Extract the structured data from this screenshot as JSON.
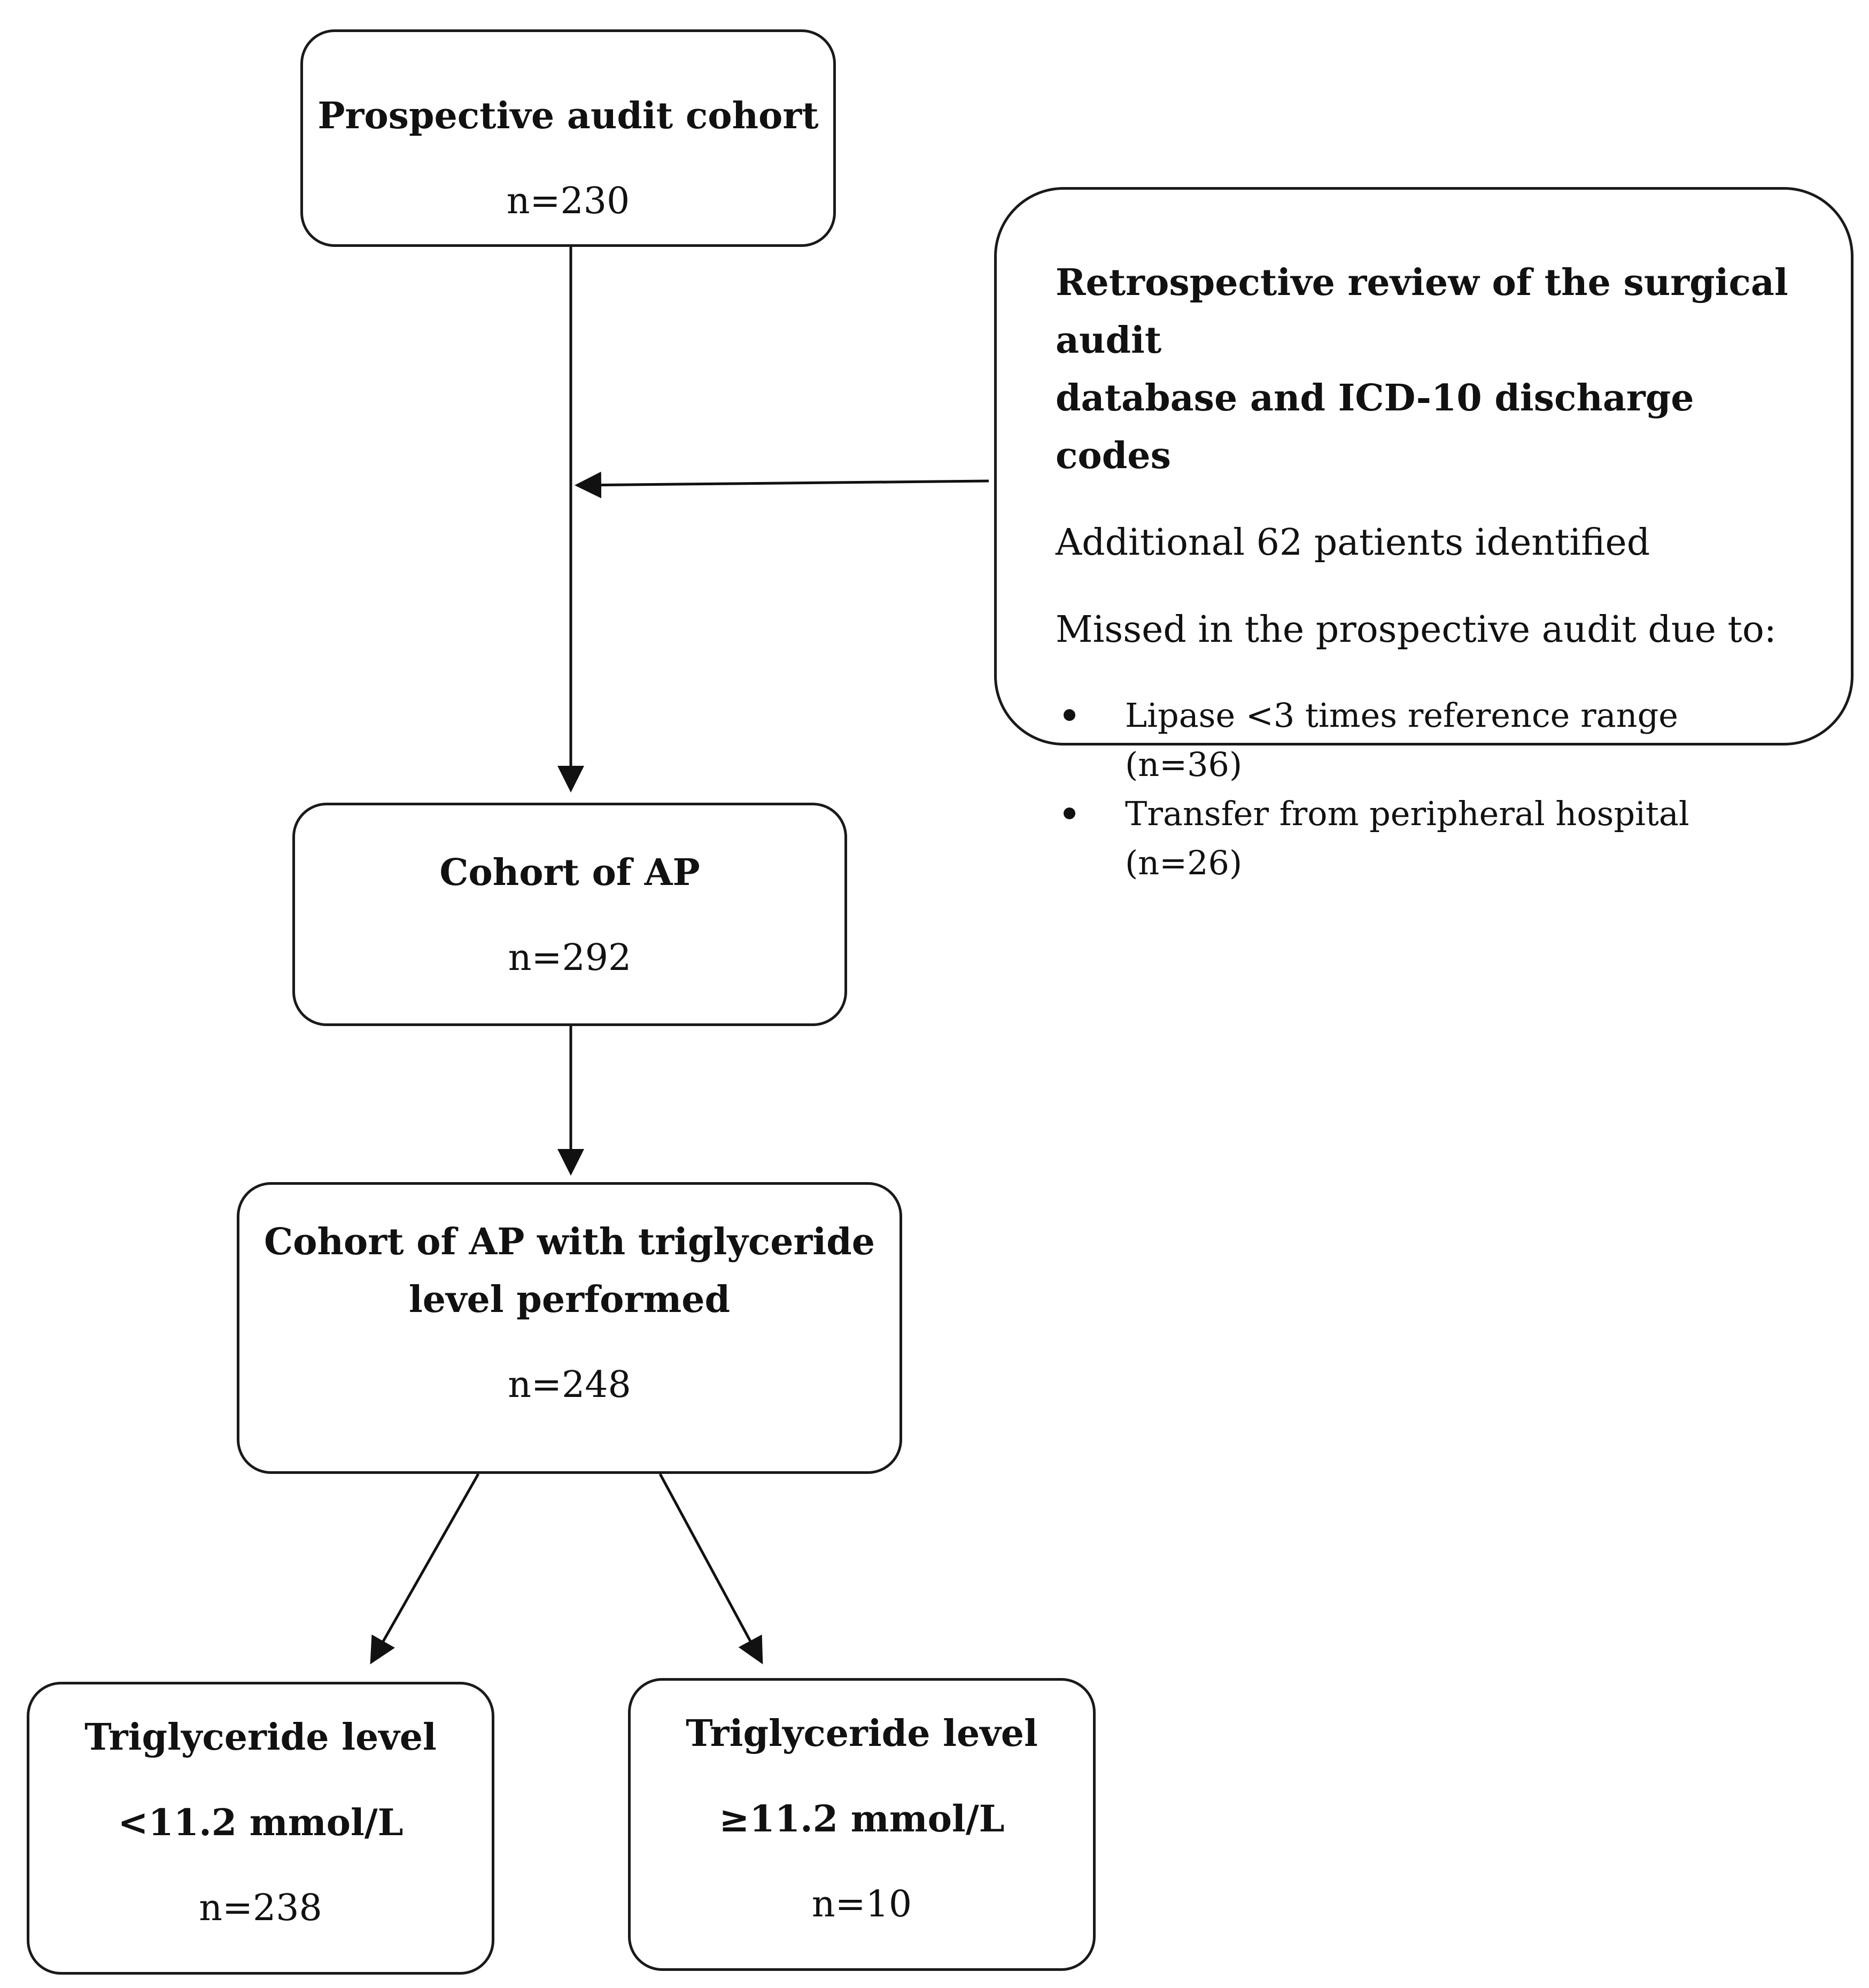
{
  "boxes": {
    "prospective": {
      "title": "Prospective audit cohort",
      "value": "n=230"
    },
    "retrospective": {
      "title_line1": "Retrospective review of the surgical audit",
      "title_line2": "database and ICD-10 discharge codes",
      "additional": "Additional 62 patients identified",
      "missed": "Missed in the prospective audit due to:",
      "reasons": [
        "Lipase <3 times reference range (n=36)",
        "Transfer from peripheral hospital (n=26)"
      ]
    },
    "cohort_ap": {
      "title": "Cohort of AP",
      "value": "n=292"
    },
    "cohort_tg": {
      "title_line1": "Cohort of AP with triglyceride",
      "title_line2": "level performed",
      "value": "n=248"
    },
    "tg_low": {
      "title": "Triglyceride level",
      "threshold": "<11.2 mmol/L",
      "value": "n=238"
    },
    "tg_high": {
      "title": "Triglyceride level",
      "threshold": "≥11.2 mmol/L",
      "value": "n=10"
    }
  }
}
